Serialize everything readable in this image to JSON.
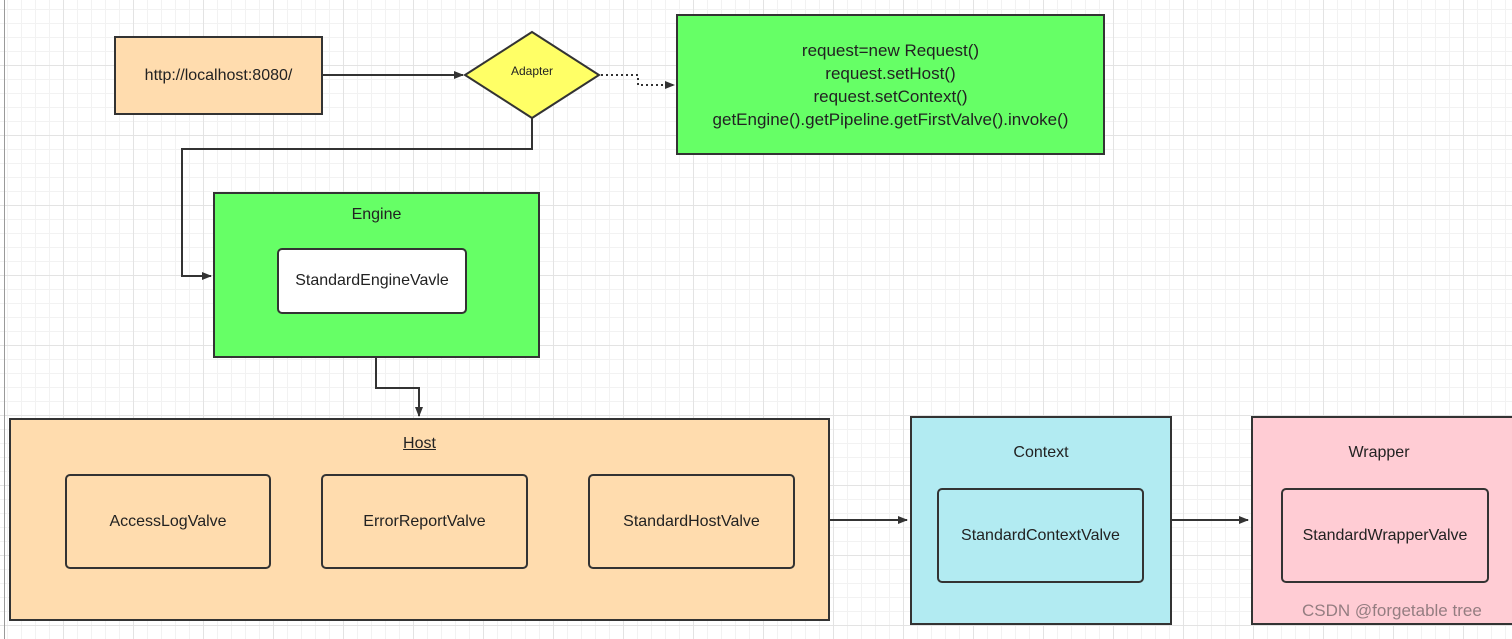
{
  "url_box": {
    "text": "http://localhost:8080/"
  },
  "adapter": {
    "label": "Adapter"
  },
  "code_box": {
    "lines": [
      "request=new Request()",
      "request.setHost()",
      "request.setContext()",
      "getEngine().getPipeline.getFirstValve().invoke()"
    ]
  },
  "engine": {
    "title": "Engine",
    "valve": "StandardEngineVavle"
  },
  "host": {
    "title": "Host",
    "valves": [
      "AccessLogValve",
      "ErrorReportValve",
      "StandardHostValve"
    ]
  },
  "context": {
    "title": "Context",
    "valve": "StandardContextValve"
  },
  "wrapper": {
    "title": "Wrapper",
    "valve": "StandardWrapperValve"
  },
  "watermark": "CSDN @forgetable tree",
  "colors": {
    "peach": "#ffdcae",
    "green": "#66ff66",
    "yellow": "#ffff66",
    "cyan": "#b2ebf2",
    "pink": "#ffccd4",
    "stroke": "#333333"
  }
}
